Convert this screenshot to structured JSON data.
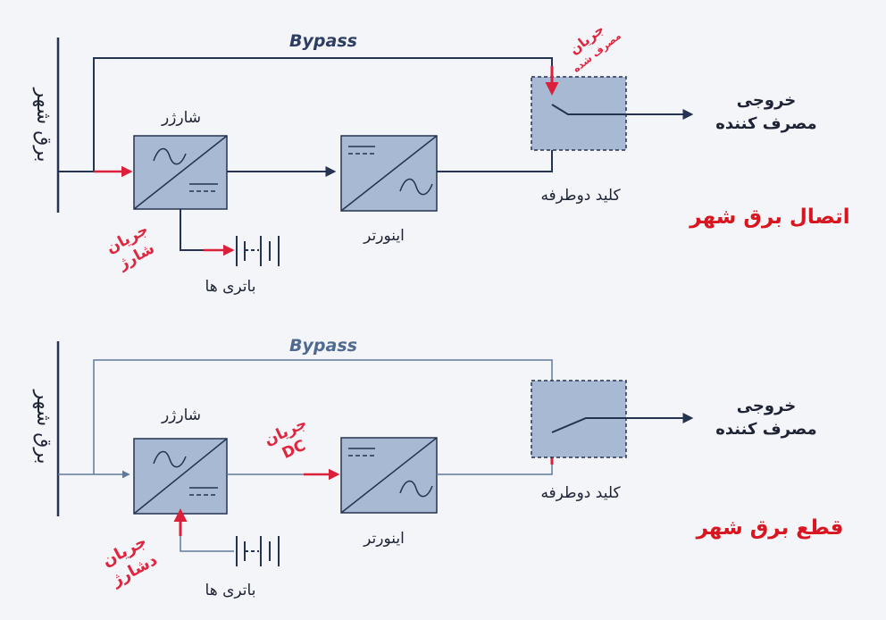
{
  "colors": {
    "block_fill": "#a8b9d4",
    "block_stroke": "#24334f",
    "line_dark": "#24334f",
    "line_light": "#5f7a9c",
    "flow_red": "#dc1f3a",
    "status_red": "#d9151f"
  },
  "labels": {
    "bypass": "Bypass",
    "mains": "برق شهر",
    "charger": "شارژر",
    "inverter": "اینورتر",
    "batteries": "باتری ها",
    "static_switch": "کلید دوطرفه",
    "output_line1": "خروجی",
    "output_line2": "مصرف کننده"
  },
  "panels": [
    {
      "id": "connected",
      "status": "اتصال برق شهر",
      "annotations": {
        "charge_current": [
          "جریان",
          "شارژ"
        ],
        "consumed_current": [
          "جریان",
          "مصرف شده"
        ]
      }
    },
    {
      "id": "disconnected",
      "status": "قطع برق شهر",
      "annotations": {
        "dc_current": [
          "جریان",
          "DC"
        ],
        "discharge_current": [
          "جریان",
          "دشارژ"
        ]
      }
    }
  ]
}
